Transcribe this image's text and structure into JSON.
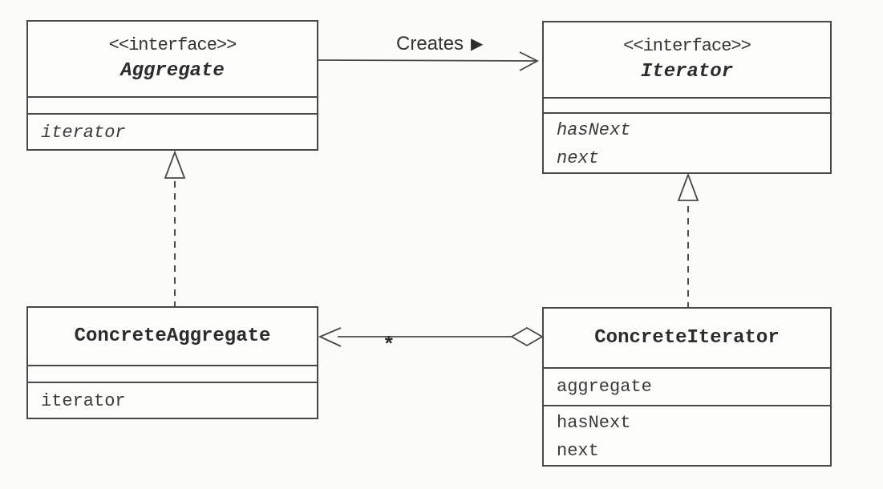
{
  "colors": {
    "background": "#fbfbf8",
    "line": "#484848",
    "text": "#2c2c2c"
  },
  "classes": [
    {
      "stereotype": "<<interface>>",
      "name": "Aggregate",
      "attributes": [],
      "methods": [
        "iterator"
      ]
    },
    {
      "stereotype": "<<interface>>",
      "name": "Iterator",
      "attributes": [],
      "methods": [
        "hasNext",
        "next"
      ]
    },
    {
      "name": "ConcreteAggregate",
      "attributes": [],
      "methods": [
        "iterator"
      ]
    },
    {
      "name": "ConcreteIterator",
      "attributes": [
        "aggregate"
      ],
      "methods": [
        "hasNext",
        "next"
      ]
    }
  ],
  "relations": {
    "creates": {
      "label": "Creates",
      "direction_glyph": "▶"
    },
    "aggregation": {
      "multiplicity": "*"
    }
  }
}
